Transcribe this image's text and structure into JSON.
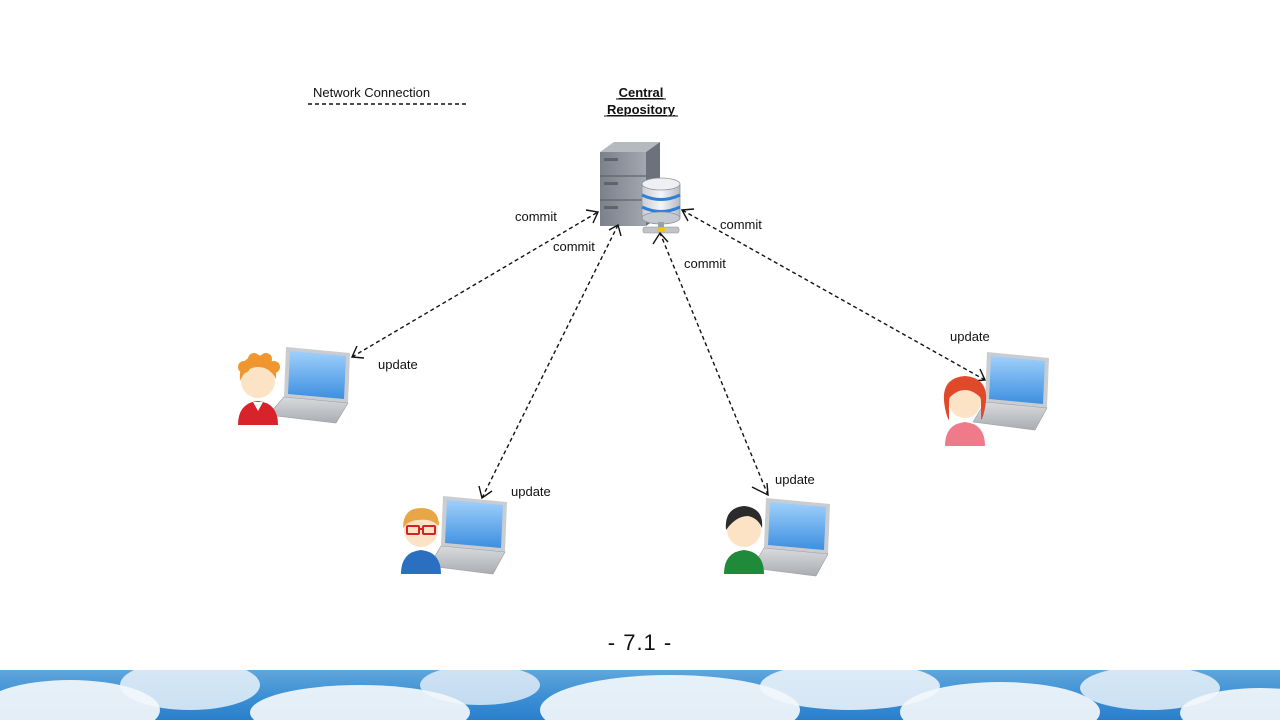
{
  "legend": {
    "label": "Network Connection"
  },
  "repository": {
    "title_line1": "Central",
    "title_line2": "Repository"
  },
  "labels": {
    "commit_1": "commit",
    "commit_2": "commit",
    "commit_3": "commit",
    "commit_4": "commit",
    "update_1": "update",
    "update_2": "update",
    "update_3": "update",
    "update_4": "update"
  },
  "page_number": "- 7.1 -",
  "colors": {
    "server_gray": "#8a8f99",
    "screen_blue": "#4a9be6",
    "user1_shirt": "#d9232a",
    "user2_shirt": "#2a6fc0",
    "user3_shirt": "#1f8a3a",
    "user4_shirt": "#ef7a8a",
    "sky": "#3c8fd3"
  }
}
